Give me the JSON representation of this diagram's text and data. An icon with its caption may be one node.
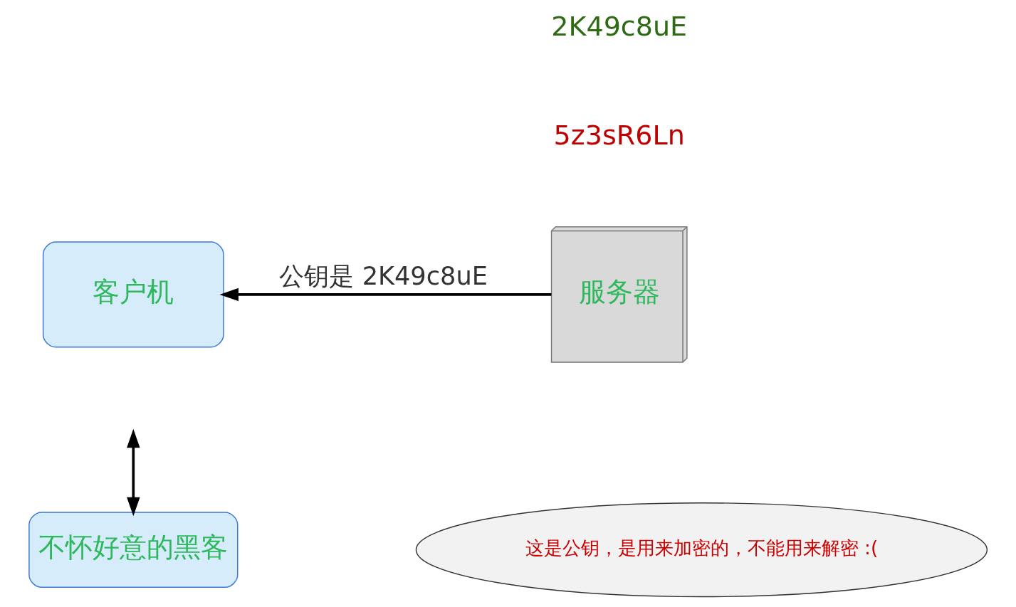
{
  "diagram": {
    "nodes": [
      {
        "text": [
          "客户机"
        ]
      },
      {
        "text": [
          "服务器"
        ],
        "beside": [
          "2K49c8uE",
          "5z3sR6Ln"
        ]
      },
      {
        "text": [
          "不怀好意的黑客"
        ]
      },
      {
        "text": [
          "这是公钥，是用来加密的，不能用来解密 :("
        ]
      }
    ],
    "edges": [
      {
        "from": 1,
        "to": 0,
        "arrow": "to",
        "label": "公钥是 2K49c8uE"
      },
      {
        "from": null,
        "to": 2,
        "arrow": "both"
      }
    ]
  }
}
